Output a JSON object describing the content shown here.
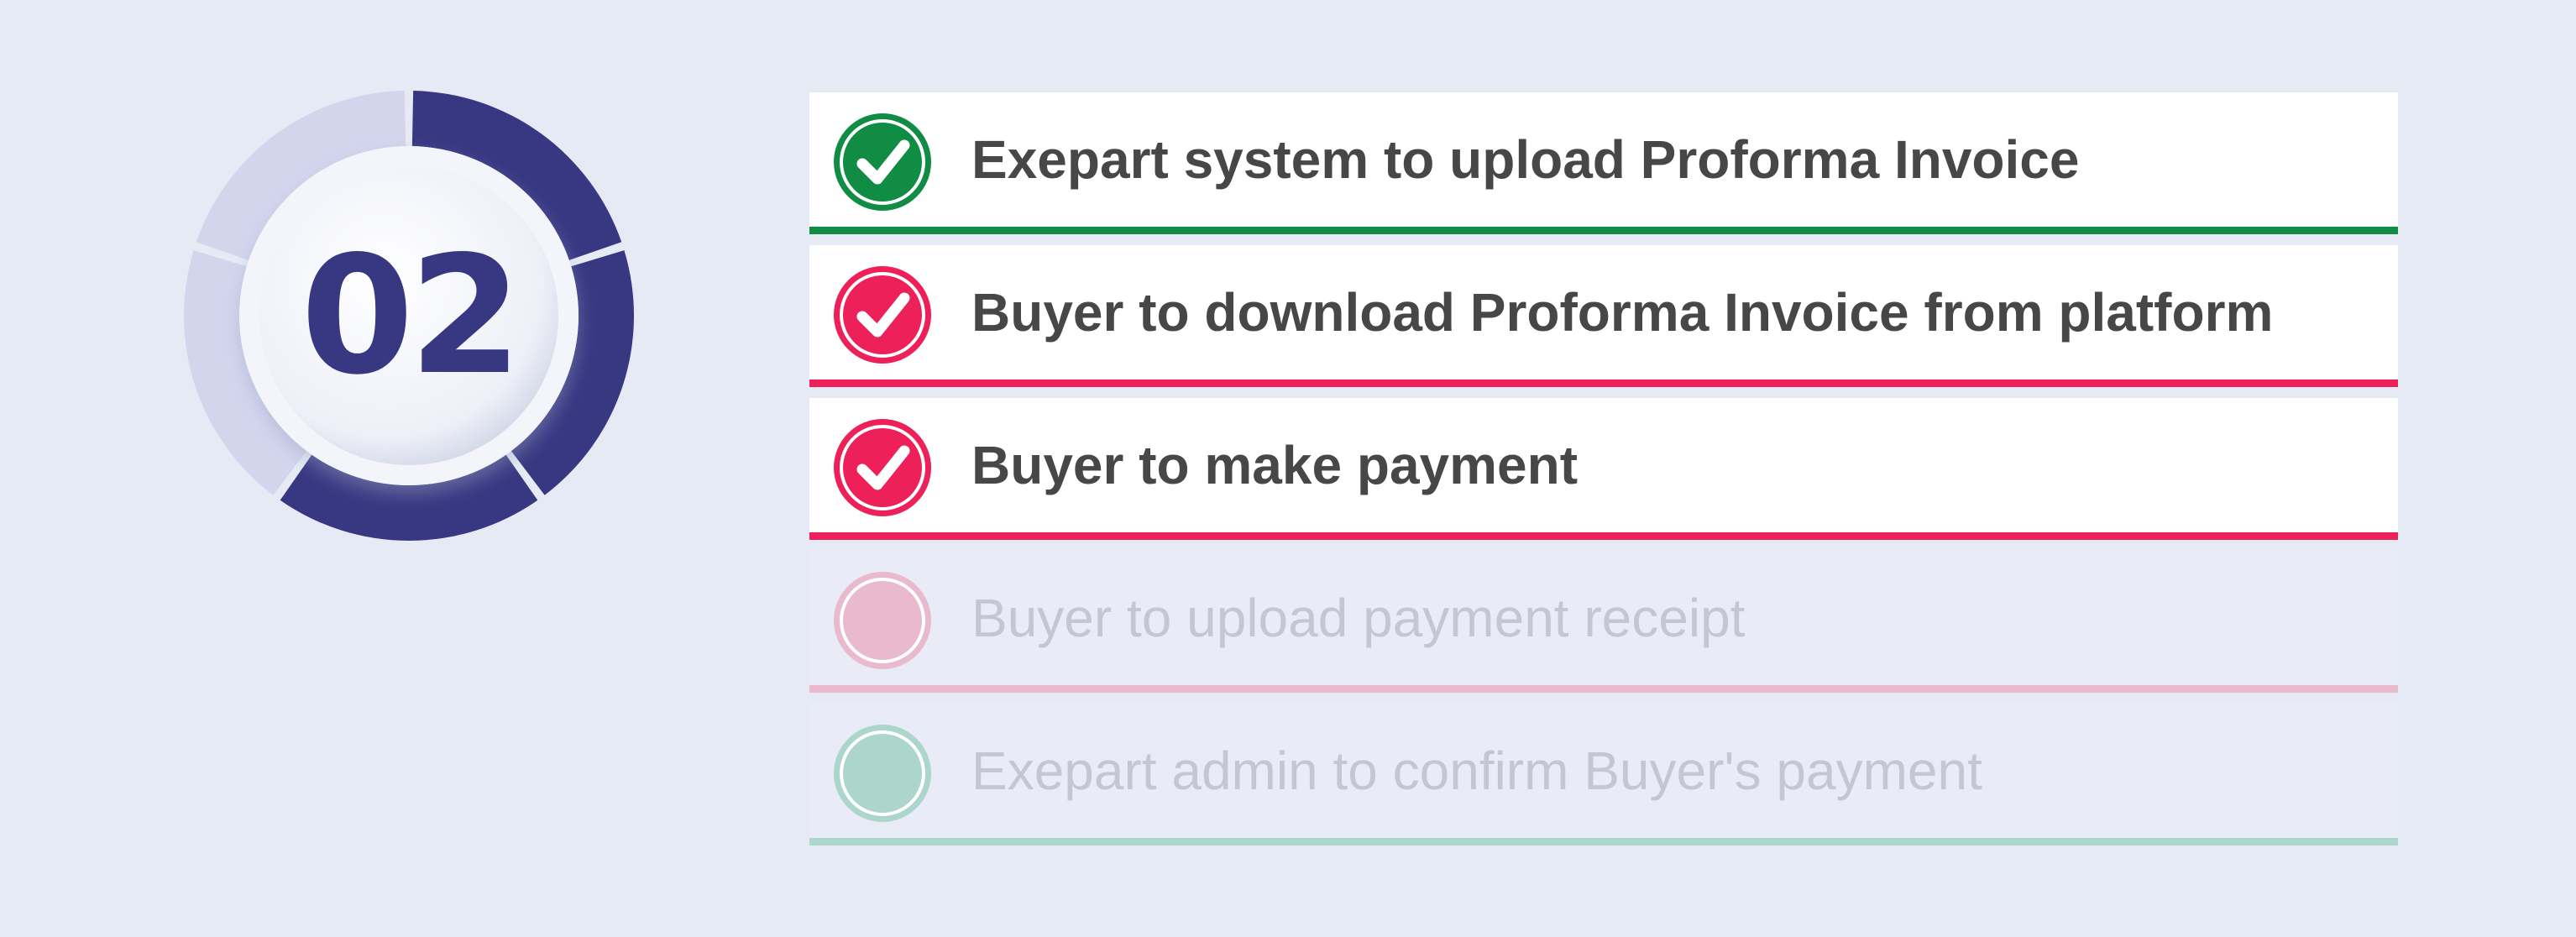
{
  "stage": {
    "number": "02",
    "segments_total": 5,
    "segments_completed": 3,
    "colors": {
      "completed": "#383882",
      "remaining": "#d3d5ed"
    }
  },
  "steps": [
    {
      "label": "Exepart system to upload Proforma Invoice",
      "status": "completed",
      "color": "#118c45",
      "icon": "check-circle-icon"
    },
    {
      "label": "Buyer to download Proforma Invoice from platform",
      "status": "completed",
      "color": "#ee2059",
      "icon": "check-circle-icon"
    },
    {
      "label": "Buyer to make payment",
      "status": "completed",
      "color": "#ee2059",
      "icon": "check-circle-icon"
    },
    {
      "label": "Buyer to upload payment receipt",
      "status": "pending",
      "color": "#e9b9ce",
      "icon": "empty-circle-icon"
    },
    {
      "label": "Exepart admin to confirm Buyer's payment",
      "status": "pending",
      "color": "#acd6cb",
      "icon": "empty-circle-icon"
    }
  ]
}
